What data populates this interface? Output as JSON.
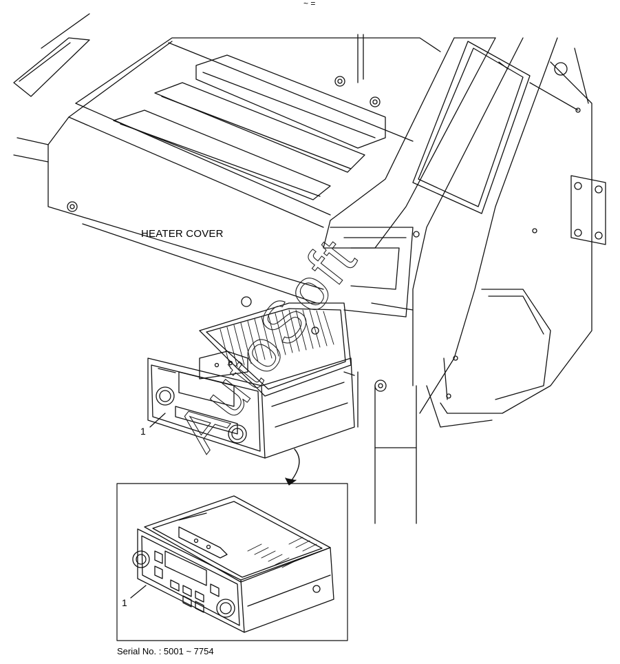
{
  "labels": {
    "heater_cover": "HEATER COVER",
    "part_number_main": "1",
    "part_number_inset": "1",
    "serial": "Serial No. : 5001 ~ 7754",
    "top_mark": "~ ="
  },
  "watermark": {
    "text": "AutoSoft"
  },
  "parts": [
    {
      "number": "1",
      "item": "radio / cassette unit"
    }
  ]
}
